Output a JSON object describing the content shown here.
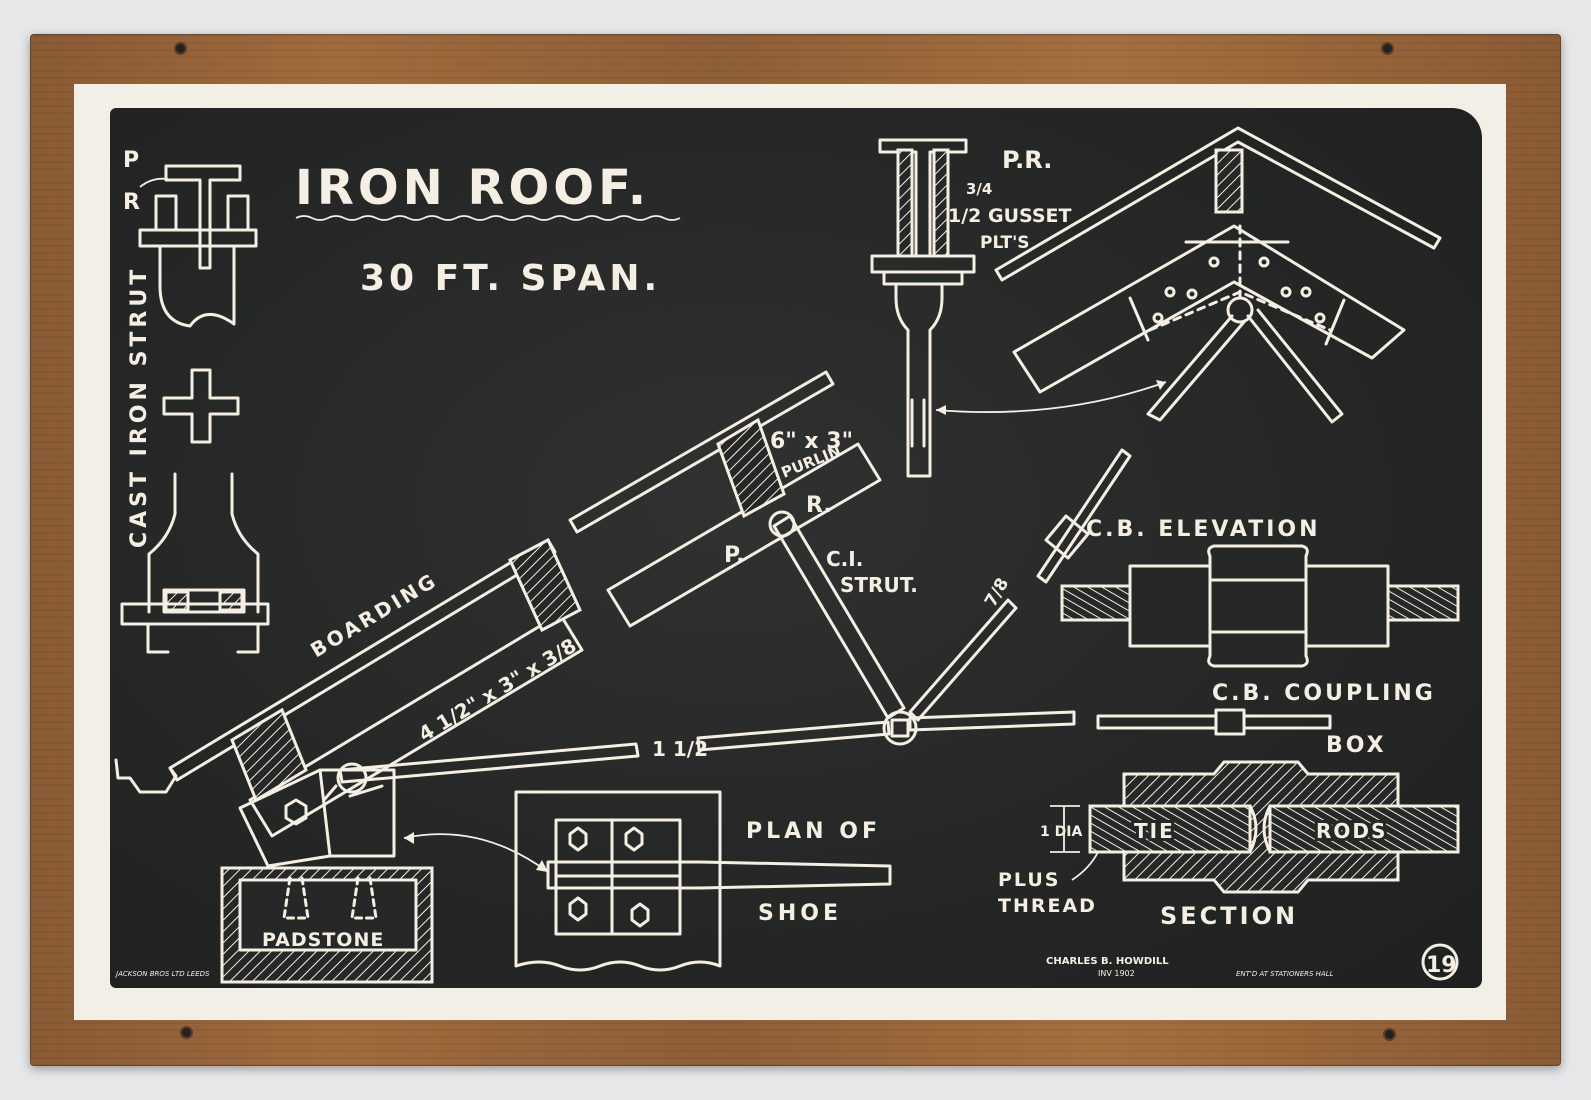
{
  "title": "IRON ROOF.",
  "subtitle": "30 FT.  SPAN.",
  "labels": {
    "pr_top_left_p": "P",
    "pr_top_left_r": "R",
    "cast_iron_strut": "CAST IRON STRUT",
    "pr_top": "P.R.",
    "gusset_frac": "3/4",
    "gusset": "1/2 GUSSET",
    "gusset_plts": "PLT'S",
    "purlin_size": "6\" x 3\"",
    "purlin": "PURLIN",
    "rafter_r": "R.",
    "rafter_p": "P.",
    "ci_strut": "C.I.",
    "ci_strut_2": "STRUT.",
    "boarding": "BOARDING",
    "angle_size": "4 1/2\" x 3\" x 3/8",
    "tie_size": "1 1/2",
    "rod_size": "7/8",
    "cb_elevation": "C.B.  ELEVATION",
    "cb_coupling": "C.B.   COUPLING",
    "box": "BOX",
    "plan_of": "PLAN  OF",
    "shoe": "SHOE",
    "padstone": "PADSTONE",
    "tie": "TIE",
    "rods": "RODS",
    "dia": "1 DIA",
    "plus": "PLUS",
    "thread": "THREAD",
    "section": "SECTION",
    "publisher": "JACKSON BROS LTD LEEDS",
    "author": "CHARLES B. HOWDILL",
    "author_date": "INV  1902",
    "entered": "ENT'D AT STATIONERS HALL",
    "sheet_number": "19"
  }
}
